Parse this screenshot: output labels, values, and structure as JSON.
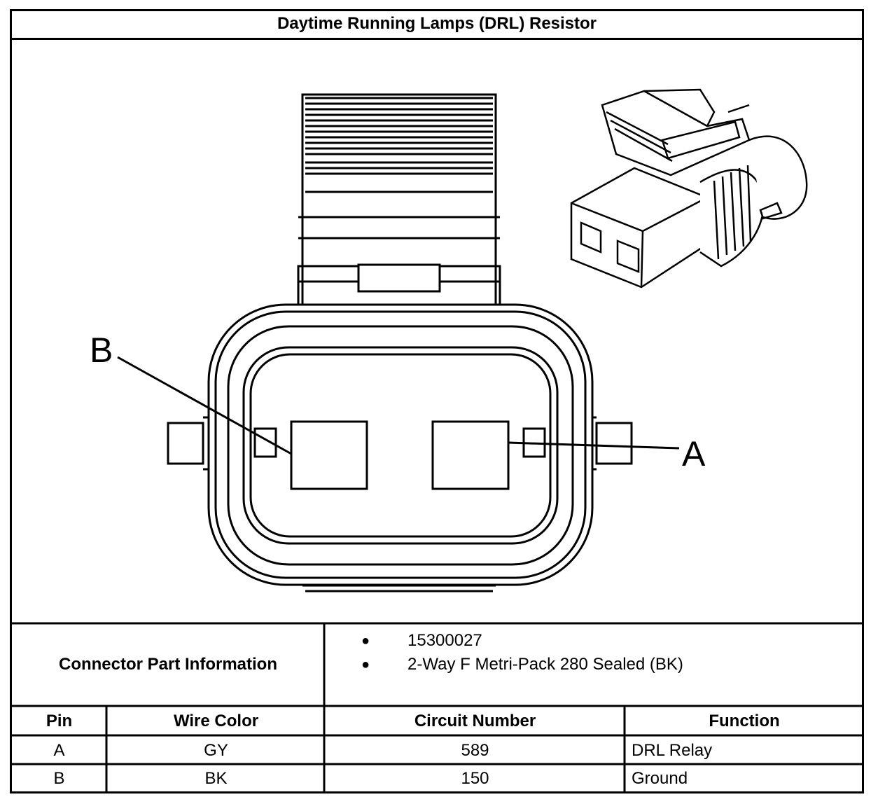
{
  "title": "Daytime Running Lamps (DRL) Resistor",
  "diagram": {
    "pin_label_b": "B",
    "pin_label_a": "A"
  },
  "connector_info": {
    "label": "Connector Part Information",
    "items": [
      "15300027",
      "2-Way F Metri-Pack 280 Sealed (BK)"
    ]
  },
  "table": {
    "headers": [
      "Pin",
      "Wire Color",
      "Circuit Number",
      "Function"
    ],
    "rows": [
      [
        "A",
        "GY",
        "589",
        "DRL Relay"
      ],
      [
        "B",
        "BK",
        "150",
        "Ground"
      ]
    ]
  }
}
